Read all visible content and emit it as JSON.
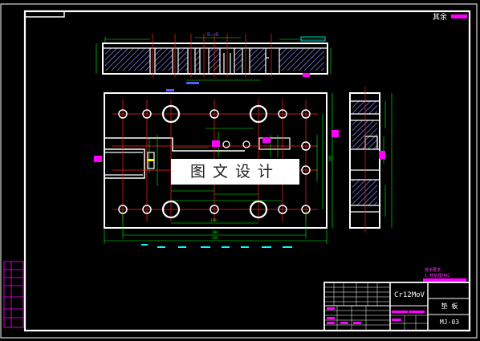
{
  "corner_note": "其余",
  "section_label": "B—B",
  "watermark": "图文设计",
  "material": "Cr12MoV",
  "drawing_number": "MJ-03",
  "title_cell": "垫  板",
  "notes": {
    "heading": "技术要求",
    "line1": "1. 热处理HRC"
  },
  "colors": {
    "frame": "#ffffff",
    "dimension": "#00ff00",
    "center": "#ff0000",
    "annotation": "#ff00ff",
    "cyan": "#00ffff",
    "section": "#5a5aff"
  },
  "dims": {
    "overall_width": "230",
    "inner_width": "184",
    "mid_span": "118",
    "height_right": "108"
  }
}
